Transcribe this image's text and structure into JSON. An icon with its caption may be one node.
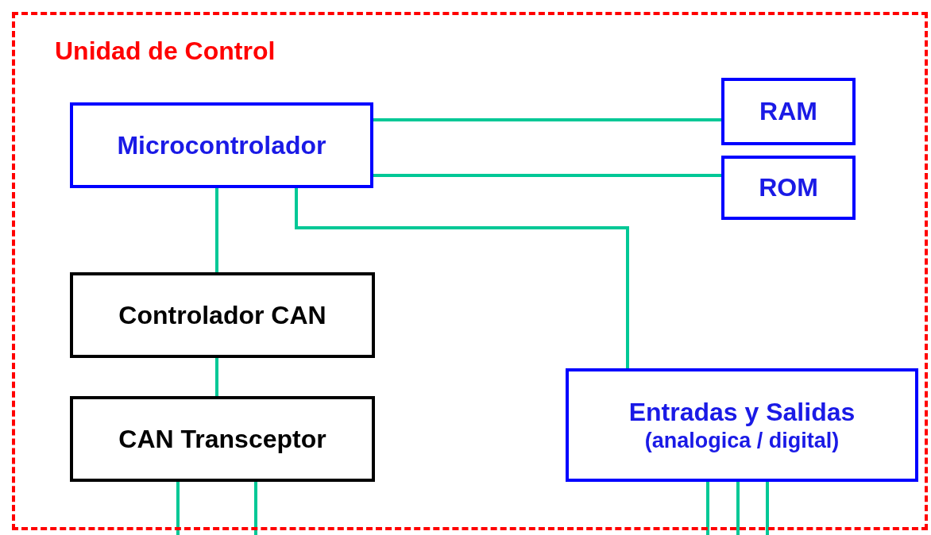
{
  "diagram": {
    "nodes": [
      {
        "text": [
          "Unidad de Control"
        ]
      },
      {
        "text": [
          "Microcontrolador"
        ],
        "in": 0
      },
      {
        "text": [
          "RAM"
        ],
        "in": 0
      },
      {
        "text": [
          "ROM"
        ],
        "in": 0
      },
      {
        "text": [
          "Controlador CAN"
        ],
        "in": 0
      },
      {
        "text": [
          "CAN Transceptor"
        ],
        "in": 0
      },
      {
        "text": [
          "Entradas y Salidas",
          "(analogica / digital)"
        ],
        "in": 0
      }
    ],
    "edges": [
      {
        "from": 1,
        "to": 2,
        "arrow": "none"
      },
      {
        "from": 1,
        "to": 3,
        "arrow": "none"
      },
      {
        "from": 1,
        "to": 6,
        "arrow": "none"
      },
      {
        "from": 1,
        "to": 4,
        "arrow": "none"
      },
      {
        "from": 4,
        "to": 5,
        "arrow": "none"
      },
      {
        "from": 5,
        "to": null,
        "arrow": "none"
      },
      {
        "from": 5,
        "to": null,
        "arrow": "none"
      },
      {
        "from": 6,
        "to": null,
        "arrow": "none"
      },
      {
        "from": 6,
        "to": null,
        "arrow": "none"
      },
      {
        "from": 6,
        "to": null,
        "arrow": "none"
      }
    ]
  }
}
